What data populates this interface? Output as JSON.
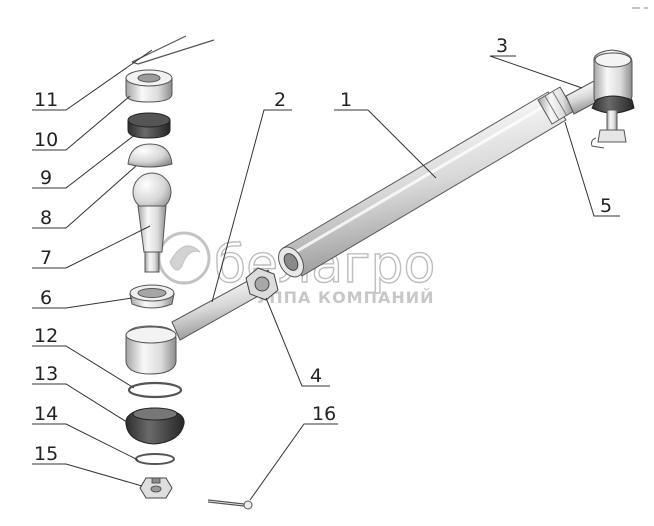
{
  "watermark": {
    "brand": "белагро",
    "tagline": "ГРУППА КОМПАНИЙ"
  },
  "callouts": [
    {
      "id": "callout-1",
      "text": "1"
    },
    {
      "id": "callout-2",
      "text": "2"
    },
    {
      "id": "callout-3",
      "text": "3"
    },
    {
      "id": "callout-4",
      "text": "4"
    },
    {
      "id": "callout-5",
      "text": "5"
    },
    {
      "id": "callout-6",
      "text": "6"
    },
    {
      "id": "callout-7",
      "text": "7"
    },
    {
      "id": "callout-8",
      "text": "8"
    },
    {
      "id": "callout-9",
      "text": "9"
    },
    {
      "id": "callout-10",
      "text": "10"
    },
    {
      "id": "callout-11",
      "text": "11"
    },
    {
      "id": "callout-12",
      "text": "12"
    },
    {
      "id": "callout-13",
      "text": "13"
    },
    {
      "id": "callout-14",
      "text": "14"
    },
    {
      "id": "callout-15",
      "text": "15"
    },
    {
      "id": "callout-16",
      "text": "16"
    }
  ],
  "colors": {
    "metal_light": "#f4f4f4",
    "metal_mid": "#d2d2d2",
    "metal_dark": "#9a9a9a",
    "rubber": "#4a4a4a"
  }
}
